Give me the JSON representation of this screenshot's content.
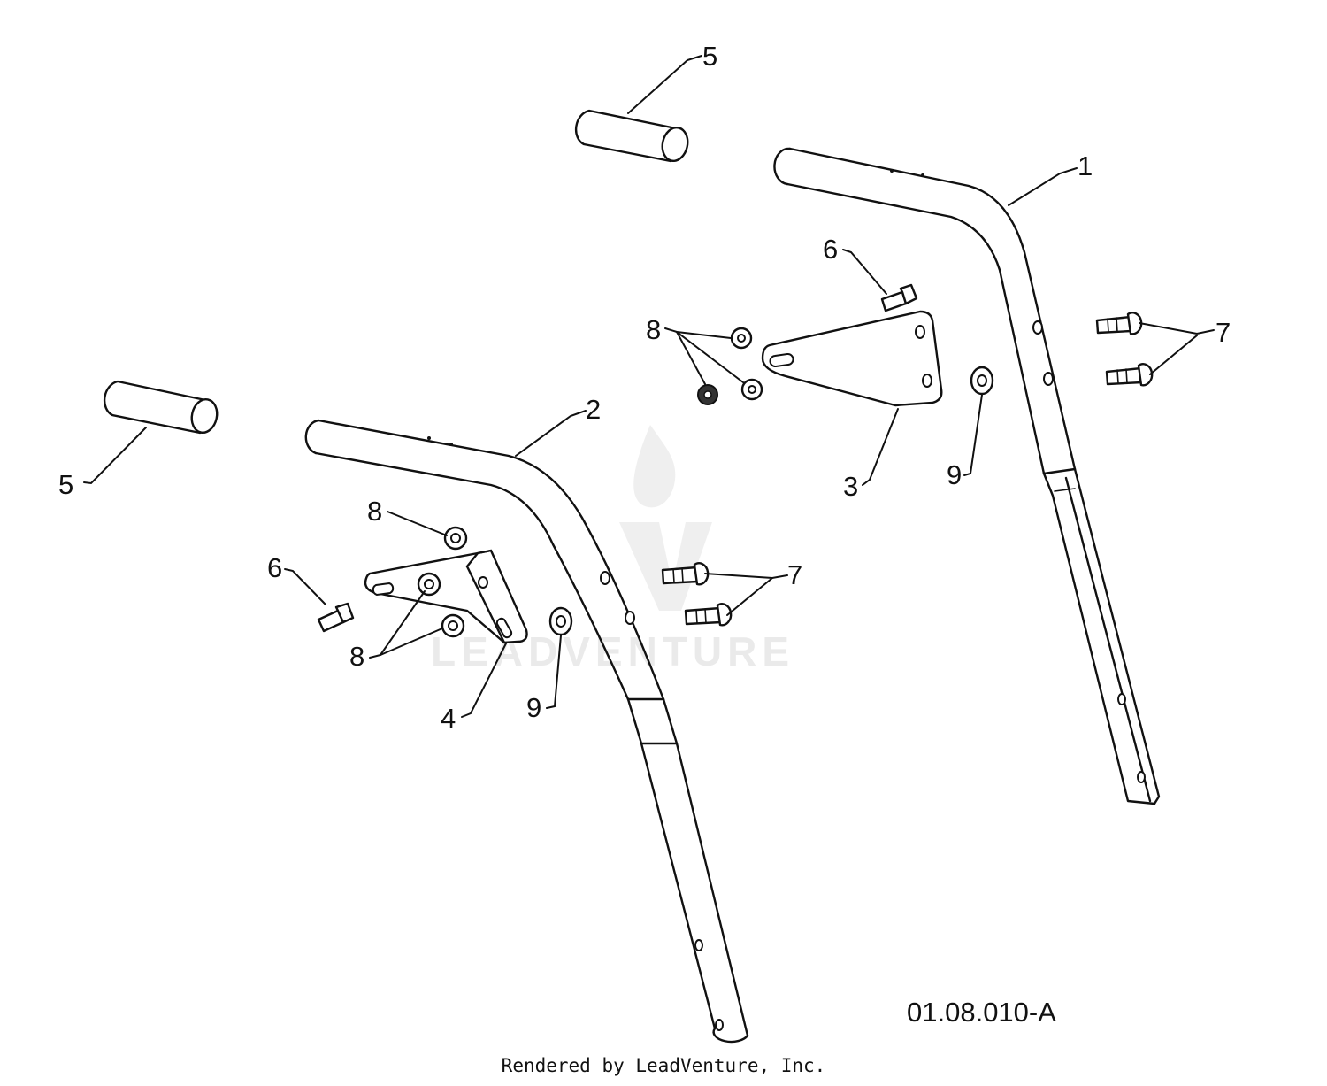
{
  "diagram": {
    "callouts": {
      "c1": "1",
      "c2": "2",
      "c3": "3",
      "c4": "4",
      "c5a": "5",
      "c5b": "5",
      "c6a": "6",
      "c6b": "6",
      "c7a": "7",
      "c7b": "7",
      "c8a": "8",
      "c8b": "8",
      "c8c": "8",
      "c9a": "9",
      "c9b": "9"
    },
    "code": "01.08.010-A",
    "watermark": "LEADVENTURE",
    "credit": "Rendered by LeadVenture, Inc."
  }
}
